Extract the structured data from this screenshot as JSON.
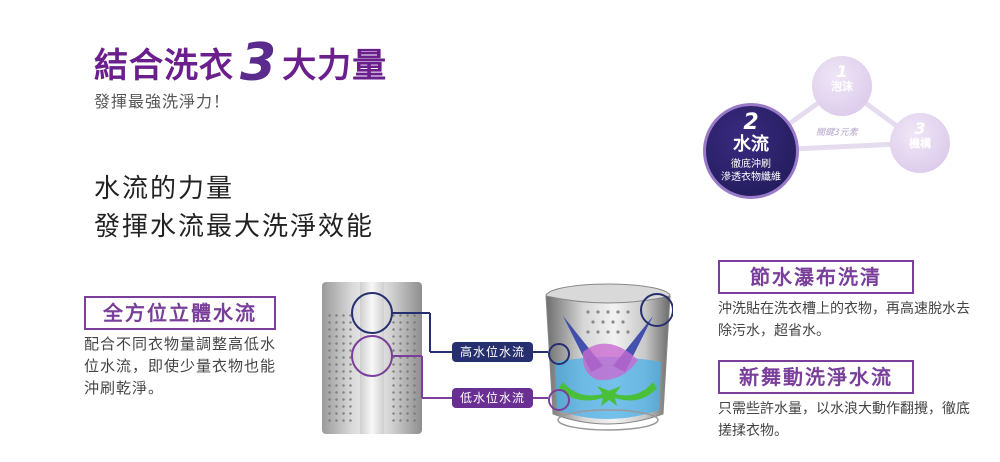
{
  "header": {
    "title_part1": "結合洗衣",
    "title_number": "3",
    "title_part2": "大力量",
    "subtitle": "發揮最強洗淨力！"
  },
  "intro": {
    "line1": "水流的力量",
    "line2": "發揮水流最大洗淨效能"
  },
  "left_feature": {
    "title": "全方位立體水流",
    "description": "配合不同衣物量調整高低水位水流，即使少量衣物也能沖刷乾淨。"
  },
  "diagram": {
    "labels": {
      "high": "高水位水流",
      "low": "低水位水流"
    }
  },
  "right_features": [
    {
      "title": "節水瀑布洗清",
      "description": "沖洗貼在洗衣槽上的衣物，再高速脫水去除污水，超省水。"
    },
    {
      "title": "新舞動洗淨水流",
      "description": "只需些許水量，以水浪大動作翻攪，徹底搓揉衣物。"
    }
  ],
  "three_elements": {
    "center_tag": "關鍵3元素",
    "items": [
      {
        "num": "1",
        "label": "泡沫"
      },
      {
        "num": "2",
        "label": "水流",
        "desc_line1": "徹底沖刷",
        "desc_line2": "滲透衣物纖維"
      },
      {
        "num": "3",
        "label": "機構"
      }
    ]
  },
  "colors": {
    "brand_purple": "#6a1f8c",
    "accent_navy": "#27306e",
    "circle_dark": "#1e1a55",
    "circle_light": "#d7c4e8"
  }
}
